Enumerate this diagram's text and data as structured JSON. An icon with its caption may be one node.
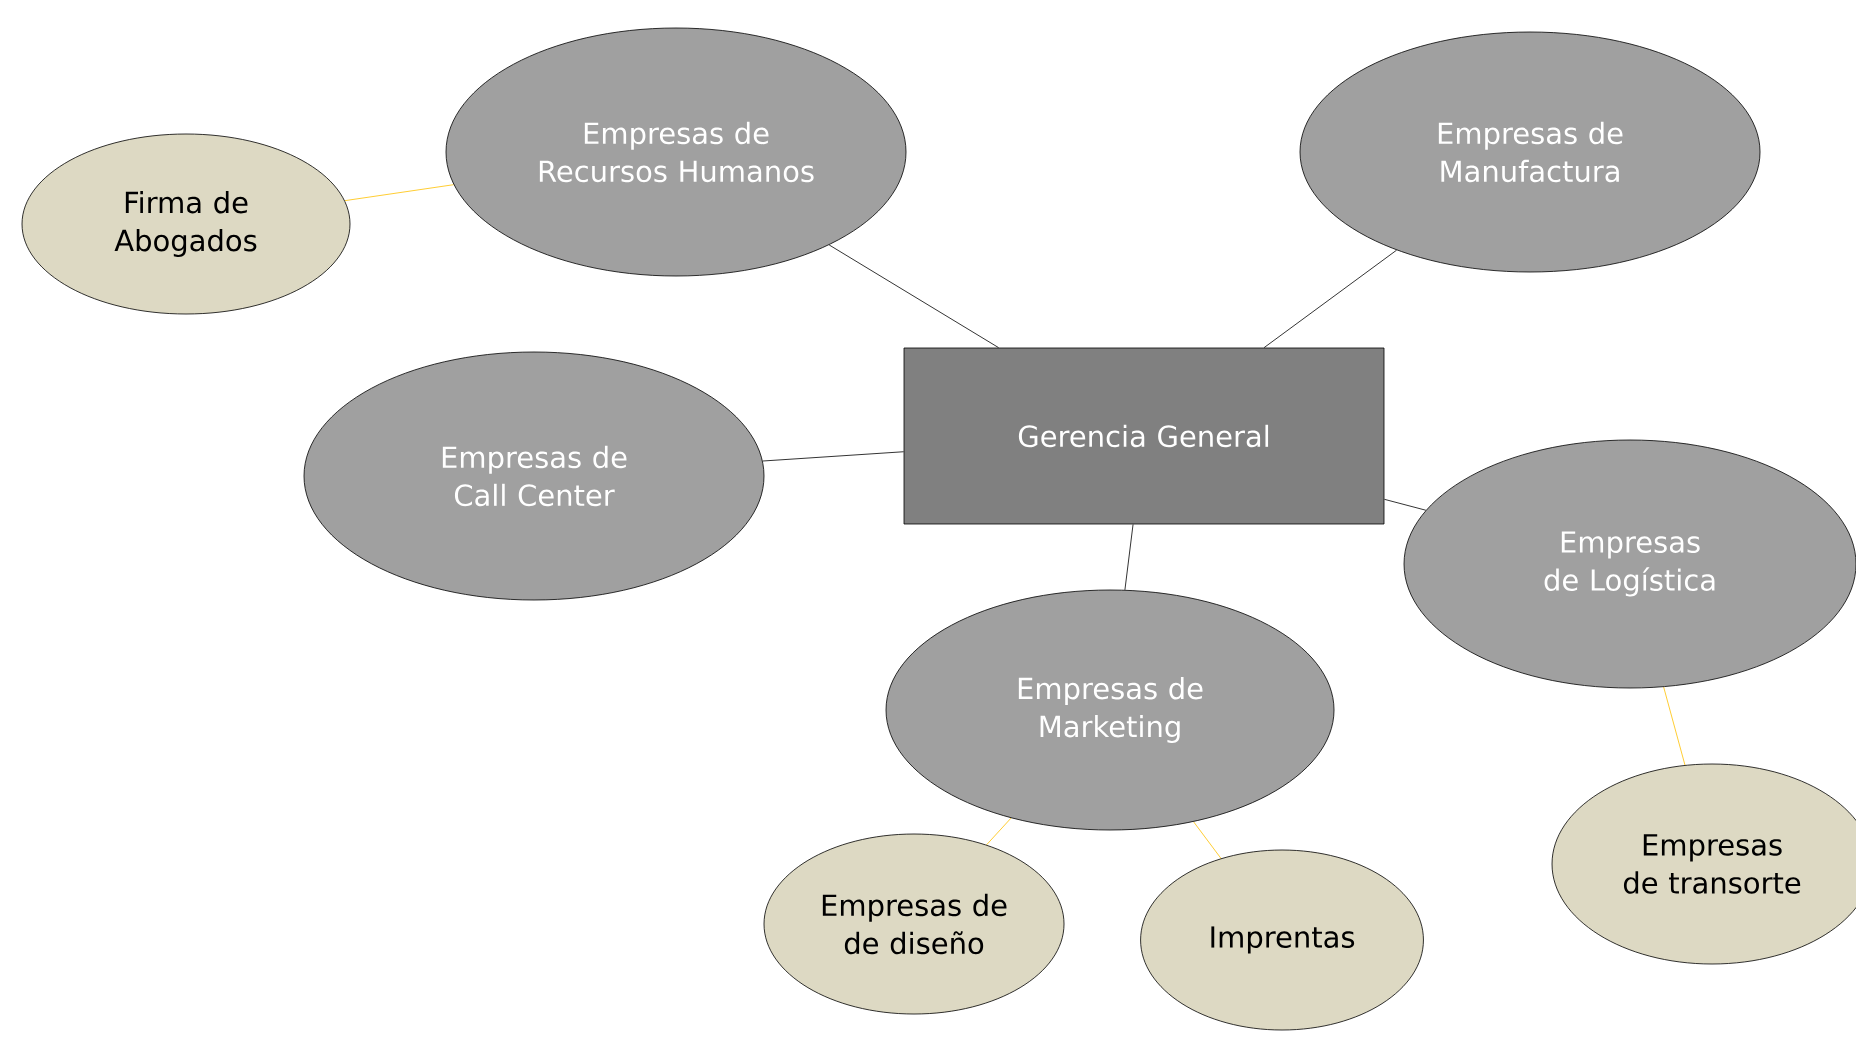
{
  "diagram": {
    "nodes": [
      {
        "text": [
          "Gerencia General"
        ]
      },
      {
        "text": [
          "Empresas de Recursos Humanos"
        ]
      },
      {
        "text": [
          "Firma de Abogados"
        ]
      },
      {
        "text": [
          "Empresas de Manufactura"
        ]
      },
      {
        "text": [
          "Empresas de Call Center"
        ]
      },
      {
        "text": [
          "Empresas de Logística"
        ]
      },
      {
        "text": [
          "Empresas de Marketing"
        ]
      },
      {
        "text": [
          "Empresas de de diseño"
        ]
      },
      {
        "text": [
          "Imprentas"
        ]
      },
      {
        "text": [
          "Empresas de transorte"
        ]
      }
    ],
    "edges": [
      {
        "from": 0,
        "to": 1,
        "arrow": "none"
      },
      {
        "from": 1,
        "to": 2,
        "arrow": "none",
        "color": "#ffc000"
      },
      {
        "from": 0,
        "to": 3,
        "arrow": "none"
      },
      {
        "from": 0,
        "to": 4,
        "arrow": "none"
      },
      {
        "from": 0,
        "to": 5,
        "arrow": "none"
      },
      {
        "from": 0,
        "to": 6,
        "arrow": "none"
      },
      {
        "from": 6,
        "to": 7,
        "arrow": "none",
        "color": "#ffc000"
      },
      {
        "from": 6,
        "to": 8,
        "arrow": "none",
        "color": "#ffc000"
      },
      {
        "from": 5,
        "to": 9,
        "arrow": "none",
        "color": "#ffc000"
      }
    ]
  }
}
